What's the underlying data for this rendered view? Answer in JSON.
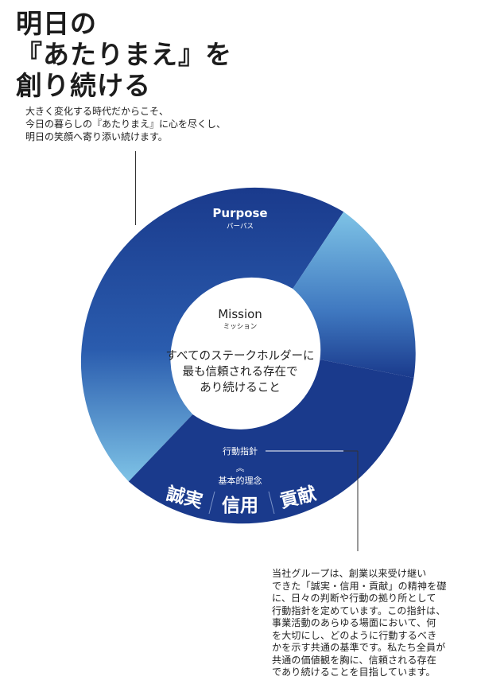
{
  "headline": {
    "lines": [
      "明日の",
      "『あたりまえ』を",
      "創り続ける"
    ]
  },
  "intro": {
    "lines": [
      "大きく変化する時代だからこそ、",
      "今日の暮らしの『あたりまえ』に心を尽くし、",
      "明日の笑顔へ寄り添い続けます。"
    ]
  },
  "purpose": {
    "title": "Purpose",
    "kana": "パーパス"
  },
  "mission": {
    "title": "Mission",
    "kana": "ミッション",
    "lines": [
      "すべてのステークホルダーに",
      "最も信頼される存在で",
      "あり続けること"
    ]
  },
  "conduct": {
    "title": "行動指針",
    "arrow": "︽",
    "principles_title": "基本的理念",
    "principles": [
      "誠実",
      "信用",
      "貢献"
    ]
  },
  "description": {
    "lines": [
      "当社グループは、創業以来受け継い",
      "できた「誠実・信用・貢献」の精神を礎",
      "に、日々の判断や行動の拠り所として",
      "行動指針を定めています。この指針は、",
      "事業活動のあらゆる場面において、何",
      "を大切にし、どのように行動するべき",
      "かを示す共通の基準です。私たち全員が",
      "共通の価値観を胸に、信頼される存在",
      "であり続けることを目指しています。"
    ]
  },
  "colors": {
    "navy": "#1a3a8c",
    "navy_dark": "#13297a",
    "sky": "#7ec3e6",
    "mid_blue": "#3f78c0",
    "text": "#222222",
    "white": "#ffffff"
  }
}
